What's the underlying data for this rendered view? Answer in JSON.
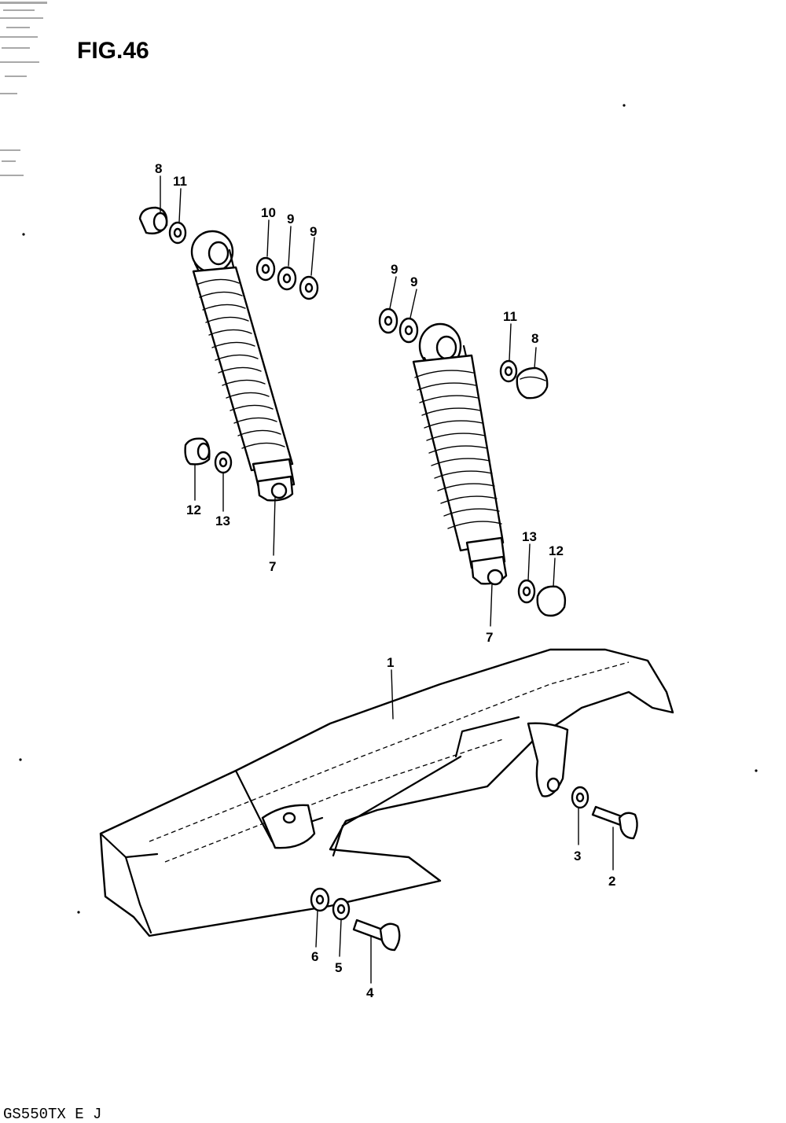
{
  "figure_title": "FIG.46",
  "model_code": "GS550TX E J",
  "callouts": [
    {
      "id": "c-8a",
      "text": "8"
    },
    {
      "id": "c-11a",
      "text": "11"
    },
    {
      "id": "c-10",
      "text": "10"
    },
    {
      "id": "c-9a",
      "text": "9"
    },
    {
      "id": "c-9b",
      "text": "9"
    },
    {
      "id": "c-9c",
      "text": "9"
    },
    {
      "id": "c-9d",
      "text": "9"
    },
    {
      "id": "c-11b",
      "text": "11"
    },
    {
      "id": "c-8b",
      "text": "8"
    },
    {
      "id": "c-12a",
      "text": "12"
    },
    {
      "id": "c-13a",
      "text": "13"
    },
    {
      "id": "c-7a",
      "text": "7"
    },
    {
      "id": "c-13b",
      "text": "13"
    },
    {
      "id": "c-12b",
      "text": "12"
    },
    {
      "id": "c-7b",
      "text": "7"
    },
    {
      "id": "c-1",
      "text": "1"
    },
    {
      "id": "c-3",
      "text": "3"
    },
    {
      "id": "c-2",
      "text": "2"
    },
    {
      "id": "c-6",
      "text": "6"
    },
    {
      "id": "c-5",
      "text": "5"
    },
    {
      "id": "c-4",
      "text": "4"
    }
  ]
}
